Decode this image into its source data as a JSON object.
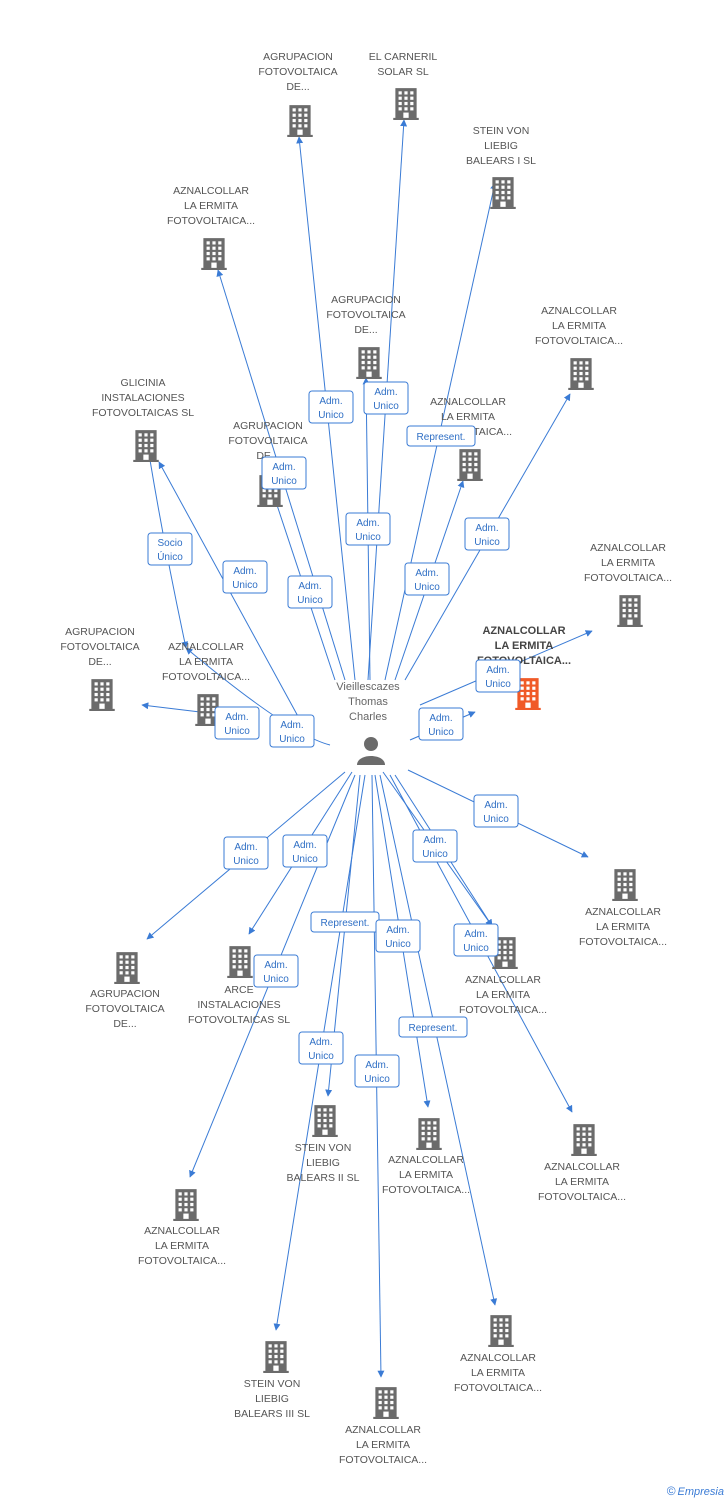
{
  "center": {
    "label": [
      "Vieillescazes",
      "Thomas",
      "Charles"
    ],
    "icon": "person-icon"
  },
  "colors": {
    "edge": "#3a7bd5",
    "building": "#6b6b6b",
    "focus": "#f05a28",
    "person": "#6b6b6b"
  },
  "nodes": [
    {
      "id": "n1",
      "label": [
        "AGRUPACION",
        "FOTOVOLTAICA",
        "DE..."
      ],
      "icon": "building-icon"
    },
    {
      "id": "n2",
      "label": [
        "EL CARNERIL",
        "SOLAR SL"
      ],
      "icon": "building-icon"
    },
    {
      "id": "n3",
      "label": [
        "STEIN VON",
        "LIEBIG",
        "BALEARS I SL"
      ],
      "icon": "building-icon"
    },
    {
      "id": "n4",
      "label": [
        "AZNALCOLLAR",
        "LA ERMITA",
        "FOTOVOLTAICA..."
      ],
      "icon": "building-icon"
    },
    {
      "id": "n5",
      "label": [
        "AGRUPACION",
        "FOTOVOLTAICA",
        "DE..."
      ],
      "icon": "building-icon"
    },
    {
      "id": "n6",
      "label": [
        "AZNALCOLLAR",
        "LA ERMITA",
        "FOTOVOLTAICA..."
      ],
      "icon": "building-icon"
    },
    {
      "id": "n7",
      "label": [
        "GLICINIA",
        "INSTALACIONES",
        "FOTOVOLTAICAS SL"
      ],
      "icon": "building-icon"
    },
    {
      "id": "n8",
      "label": [
        "AGRUPACION",
        "FOTOVOLTAICA",
        "DE..."
      ],
      "icon": "building-icon"
    },
    {
      "id": "n9",
      "label": [
        "AZNALCOLLAR",
        "LA ERMITA",
        "FOTOVOLTAICA..."
      ],
      "icon": "building-icon"
    },
    {
      "id": "n10",
      "label": [
        "AZNALCOLLAR",
        "LA ERMITA",
        "FOTOVOLTAICA..."
      ],
      "icon": "building-icon"
    },
    {
      "id": "n11",
      "label": [
        "AGRUPACION",
        "FOTOVOLTAICA",
        "DE..."
      ],
      "icon": "building-icon"
    },
    {
      "id": "n12",
      "label": [
        "AZNALCOLLAR",
        "LA ERMITA",
        "FOTOVOLTAICA..."
      ],
      "icon": "building-icon"
    },
    {
      "id": "n13",
      "label": [
        "AZNALCOLLAR",
        "LA ERMITA",
        "FOTOVOLTAICA..."
      ],
      "icon": "building-icon",
      "focus": true
    },
    {
      "id": "n14",
      "label": [
        "AZNALCOLLAR",
        "LA ERMITA",
        "FOTOVOLTAICA..."
      ],
      "icon": "building-icon"
    },
    {
      "id": "n15",
      "label": [
        "AGRUPACION",
        "FOTOVOLTAICA",
        "DE..."
      ],
      "icon": "building-icon"
    },
    {
      "id": "n16",
      "label": [
        "ARCE",
        "INSTALACIONES",
        "FOTOVOLTAICAS SL"
      ],
      "icon": "building-icon"
    },
    {
      "id": "n17",
      "label": [
        "AZNALCOLLAR",
        "LA ERMITA",
        "FOTOVOLTAICA..."
      ],
      "icon": "building-icon"
    },
    {
      "id": "n18",
      "label": [
        "STEIN VON",
        "LIEBIG",
        "BALEARS II SL"
      ],
      "icon": "building-icon"
    },
    {
      "id": "n19",
      "label": [
        "AZNALCOLLAR",
        "LA ERMITA",
        "FOTOVOLTAICA..."
      ],
      "icon": "building-icon"
    },
    {
      "id": "n20",
      "label": [
        "AZNALCOLLAR",
        "LA ERMITA",
        "FOTOVOLTAICA..."
      ],
      "icon": "building-icon"
    },
    {
      "id": "n21",
      "label": [
        "AZNALCOLLAR",
        "LA ERMITA",
        "FOTOVOLTAICA..."
      ],
      "icon": "building-icon"
    },
    {
      "id": "n22",
      "label": [
        "AZNALCOLLAR",
        "LA ERMITA",
        "FOTOVOLTAICA..."
      ],
      "icon": "building-icon"
    },
    {
      "id": "n23",
      "label": [
        "STEIN VON",
        "LIEBIG",
        "BALEARS III SL"
      ],
      "icon": "building-icon"
    },
    {
      "id": "n24",
      "label": [
        "AZNALCOLLAR",
        "LA ERMITA",
        "FOTOVOLTAICA..."
      ],
      "icon": "building-icon"
    }
  ],
  "badges": [
    [
      "Adm.",
      "Unico"
    ],
    [
      "Adm.",
      "Unico"
    ],
    [
      "Represent."
    ],
    [
      "Adm.",
      "Unico"
    ],
    [
      "Adm.",
      "Unico"
    ],
    [
      "Adm.",
      "Unico"
    ],
    [
      "Adm.",
      "Unico"
    ],
    [
      "Adm.",
      "Unico"
    ],
    [
      "Socio",
      "Único"
    ],
    [
      "Adm.",
      "Unico"
    ],
    [
      "Adm.",
      "Unico"
    ],
    [
      "Adm.",
      "Unico"
    ],
    [
      "Adm.",
      "Unico"
    ],
    [
      "Adm.",
      "Unico"
    ],
    [
      "Adm.",
      "Unico"
    ],
    [
      "Adm.",
      "Unico"
    ],
    [
      "Adm.",
      "Unico"
    ],
    [
      "Adm.",
      "Unico"
    ],
    [
      "Represent."
    ],
    [
      "Adm.",
      "Unico"
    ],
    [
      "Adm.",
      "Unico"
    ],
    [
      "Adm.",
      "Unico"
    ],
    [
      "Adm.",
      "Unico"
    ],
    [
      "Represent."
    ],
    [
      "Adm.",
      "Unico"
    ]
  ],
  "footer": {
    "copyright": "©",
    "brand": "Empresia"
  }
}
